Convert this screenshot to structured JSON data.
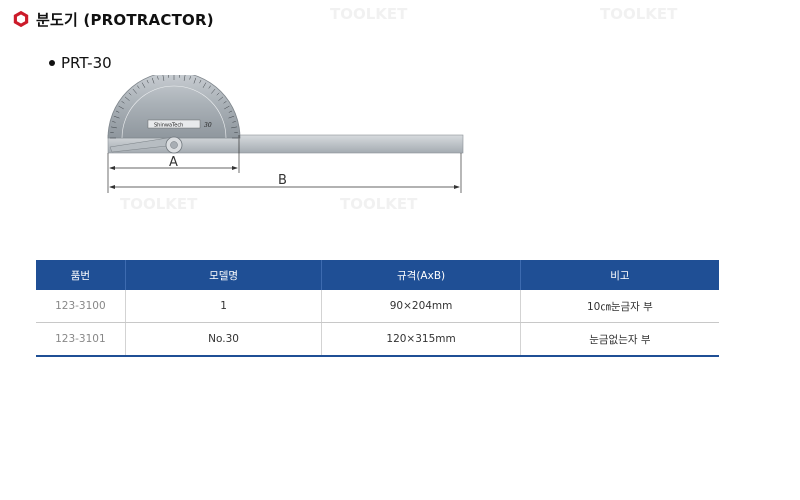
{
  "header": {
    "title": "분도기 (PROTRACTOR)",
    "icon": "hexagon-logo-icon",
    "accent_color": "#cc1b2a"
  },
  "model": {
    "name": "PRT-30"
  },
  "figure": {
    "label_a": "A",
    "label_b": "B",
    "logo_text": "ShinwaTech",
    "scale_number": "30"
  },
  "watermark": {
    "text": "TOOLKET"
  },
  "table": {
    "header_color": "#1f4f95",
    "columns": [
      "품번",
      "모델명",
      "규격(AxB)",
      "비고"
    ],
    "rows": [
      [
        "123-3100",
        "1",
        "90×204mm",
        "10㎝눈금자 부"
      ],
      [
        "123-3101",
        "No.30",
        "120×315mm",
        "눈금없는자 부"
      ]
    ]
  }
}
